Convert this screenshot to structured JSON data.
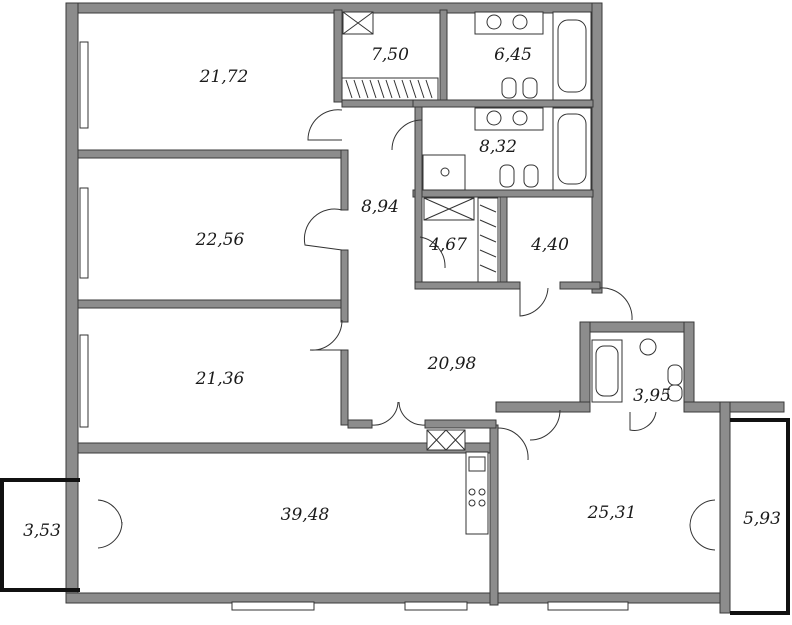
{
  "rooms": [
    {
      "id": "bedroom-1",
      "area": "21,72"
    },
    {
      "id": "closet",
      "area": "7,50"
    },
    {
      "id": "bathroom-1",
      "area": "6,45"
    },
    {
      "id": "bathroom-2",
      "area": "8,32"
    },
    {
      "id": "corridor",
      "area": "8,94"
    },
    {
      "id": "bedroom-2",
      "area": "22,56"
    },
    {
      "id": "storage-1",
      "area": "4,67"
    },
    {
      "id": "storage-2",
      "area": "4,40"
    },
    {
      "id": "hall",
      "area": "20,98"
    },
    {
      "id": "bedroom-3",
      "area": "21,36"
    },
    {
      "id": "bathroom-3",
      "area": "3,95"
    },
    {
      "id": "living-room",
      "area": "39,48"
    },
    {
      "id": "bedroom-4",
      "area": "25,31"
    },
    {
      "id": "balcony-left",
      "area": "3,53"
    },
    {
      "id": "balcony-right",
      "area": "5,93"
    }
  ]
}
